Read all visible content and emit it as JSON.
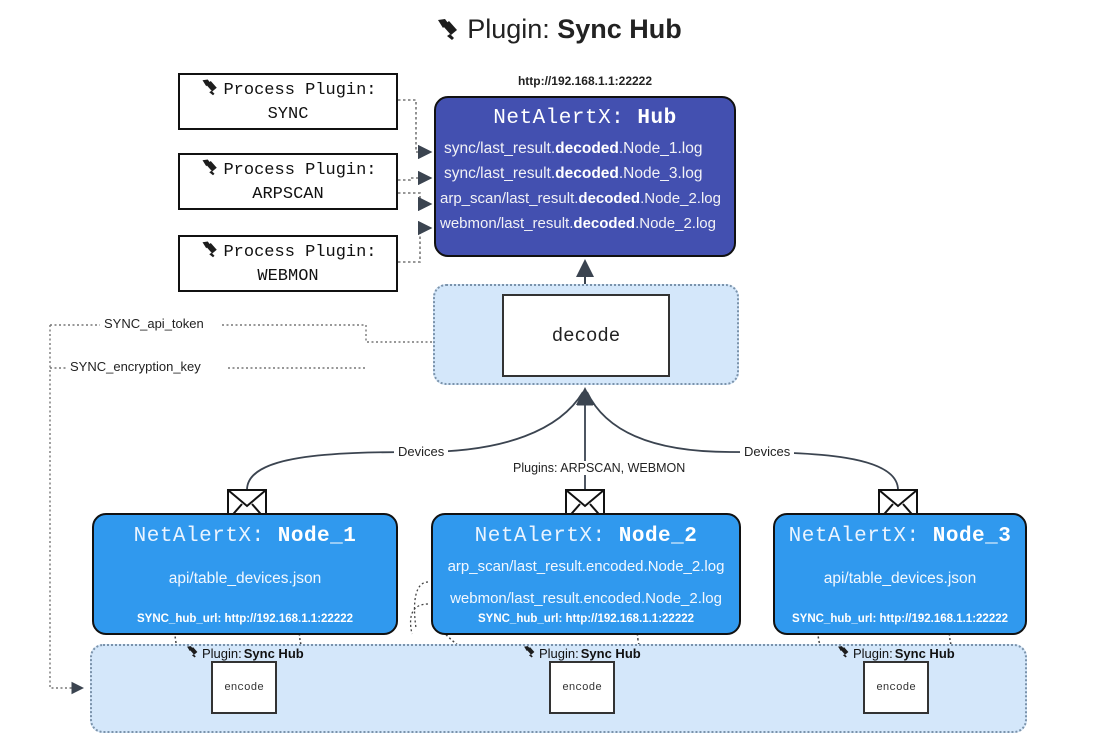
{
  "title": {
    "icon": "plug-icon",
    "prefix": "Plugin:",
    "name": "Sync Hub"
  },
  "process_plugins": [
    {
      "label": "Process Plugin:",
      "name": "SYNC",
      "icon": "plug-icon"
    },
    {
      "label": "Process Plugin:",
      "name": "ARPSCAN",
      "icon": "plug-icon"
    },
    {
      "label": "Process Plugin:",
      "name": "WEBMON",
      "icon": "plug-icon"
    }
  ],
  "hub": {
    "url": "http://192.168.1.1:22222",
    "title_prefix": "NetAlertX:",
    "title_name": "Hub",
    "logs": [
      {
        "pre": "sync/last_result.",
        "strong": "decoded",
        "post": ".Node_1.log"
      },
      {
        "pre": "sync/last_result.",
        "strong": "decoded",
        "post": ".Node_3.log"
      },
      {
        "pre": "arp_scan/last_result.",
        "strong": "decoded",
        "post": ".Node_2.log"
      },
      {
        "pre": "webmon/last_result.",
        "strong": "decoded",
        "post": ".Node_2.log"
      }
    ]
  },
  "decode": {
    "group_label": "",
    "box_label": "decode"
  },
  "config_labels": {
    "api_token": "SYNC_api_token",
    "encryption_key": "SYNC_encryption_key"
  },
  "edge_labels": {
    "devices_left": "Devices",
    "devices_right": "Devices",
    "plugins_mid": "Plugins: ARPSCAN, WEBMON"
  },
  "nodes": [
    {
      "title_prefix": "NetAlertX:",
      "title_name": "Node_1",
      "lines": [
        "api/table_devices.json"
      ],
      "footer": "SYNC_hub_url: http://192.168.1.1:22222",
      "envelope_icon": "envelope-icon"
    },
    {
      "title_prefix": "NetAlertX:",
      "title_name": "Node_2",
      "lines": [
        "arp_scan/last_result.encoded.Node_2.log",
        "webmon/last_result.encoded.Node_2.log"
      ],
      "footer": "SYNC_hub_url: http://192.168.1.1:22222",
      "envelope_icon": "envelope-icon"
    },
    {
      "title_prefix": "NetAlertX:",
      "title_name": "Node_3",
      "lines": [
        "api/table_devices.json"
      ],
      "footer": "SYNC_hub_url: http://192.168.1.1:22222",
      "envelope_icon": "envelope-icon"
    }
  ],
  "encoders": [
    {
      "plugin_prefix": "Plugin:",
      "plugin_name": "Sync Hub",
      "box_label": "encode",
      "icon": "plug-icon"
    },
    {
      "plugin_prefix": "Plugin:",
      "plugin_name": "Sync Hub",
      "box_label": "encode",
      "icon": "plug-icon"
    },
    {
      "plugin_prefix": "Plugin:",
      "plugin_name": "Sync Hub",
      "box_label": "encode",
      "icon": "plug-icon"
    }
  ],
  "colors": {
    "hub_fill": "#4350b0",
    "node_fill": "#3099ee",
    "group_fill": "#d4e7fa",
    "group_border": "#7b93ab",
    "stroke": "#111111"
  }
}
